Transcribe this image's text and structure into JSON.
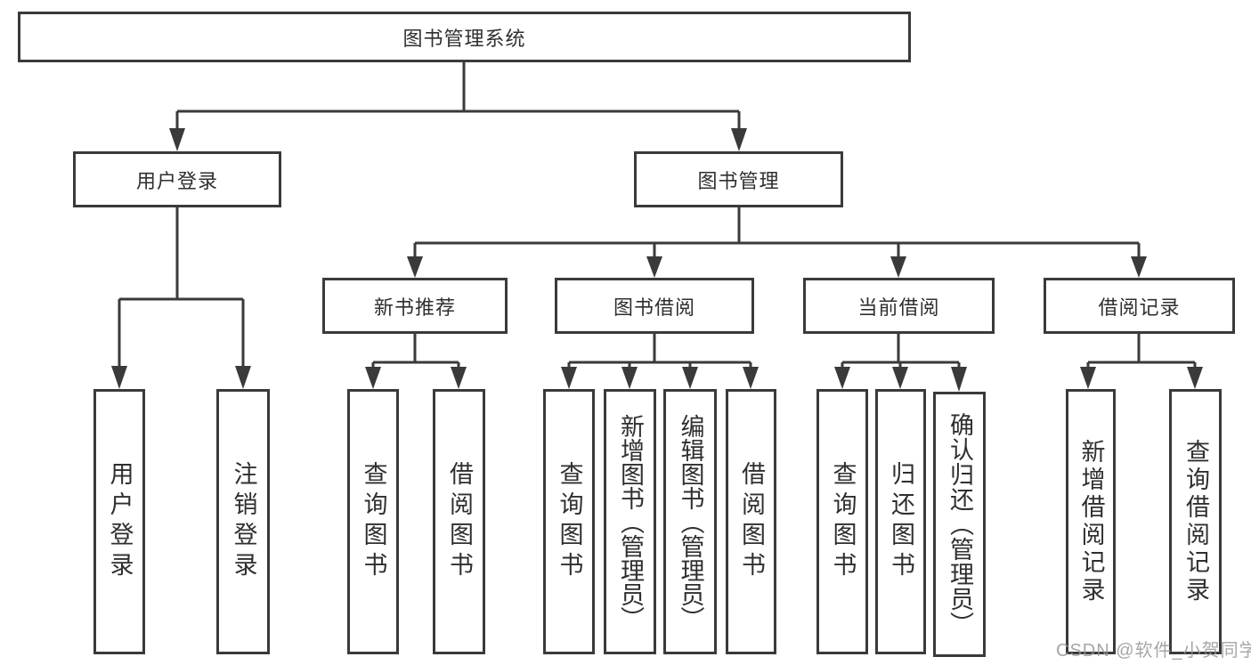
{
  "tree": {
    "label": "图书管理系统",
    "children": [
      {
        "label": "用户登录",
        "children": [
          {
            "label": "用户登录"
          },
          {
            "label": "注销登录"
          }
        ]
      },
      {
        "label": "图书管理",
        "children": [
          {
            "label": "新书推荐",
            "children": [
              {
                "label": "查询图书"
              },
              {
                "label": "借阅图书"
              }
            ]
          },
          {
            "label": "图书借阅",
            "children": [
              {
                "label": "查询图书"
              },
              {
                "label": "新增图书（管理员）"
              },
              {
                "label": "编辑图书（管理员）"
              },
              {
                "label": "借阅图书"
              }
            ]
          },
          {
            "label": "当前借阅",
            "children": [
              {
                "label": "查询图书"
              },
              {
                "label": "归还图书"
              },
              {
                "label": "确认归还（管理员）"
              }
            ]
          },
          {
            "label": "借阅记录",
            "children": [
              {
                "label": "新增借阅记录"
              },
              {
                "label": "查询借阅记录"
              }
            ]
          }
        ]
      }
    ]
  },
  "watermark": "CSDN @软件_小贺同学",
  "colors": {
    "line": "#3a3a3a",
    "text": "#2f2f2f",
    "watermark": "#969696",
    "background": "#ffffff"
  }
}
